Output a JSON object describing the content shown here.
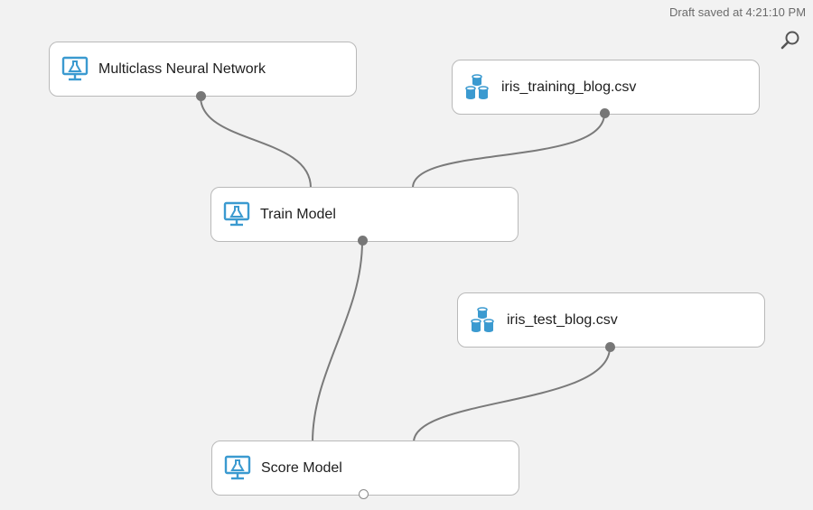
{
  "status": {
    "draft_saved": "Draft saved at 4:21:10 PM"
  },
  "toolbar": {
    "zoom_icon": "search-icon"
  },
  "modules": {
    "neural_network": {
      "label": "Multiclass Neural Network",
      "icon": "experiment-module-icon"
    },
    "training_data": {
      "label": "iris_training_blog.csv",
      "icon": "dataset-icon"
    },
    "train_model": {
      "label": "Train Model",
      "icon": "experiment-module-icon"
    },
    "test_data": {
      "label": "iris_test_blog.csv",
      "icon": "dataset-icon"
    },
    "score_model": {
      "label": "Score Model",
      "icon": "experiment-module-icon"
    }
  },
  "colors": {
    "canvas": "#f2f2f2",
    "module_border": "#b9b9b9",
    "icon_accent": "#3b9ad0",
    "connector": "#7a7a7a"
  }
}
